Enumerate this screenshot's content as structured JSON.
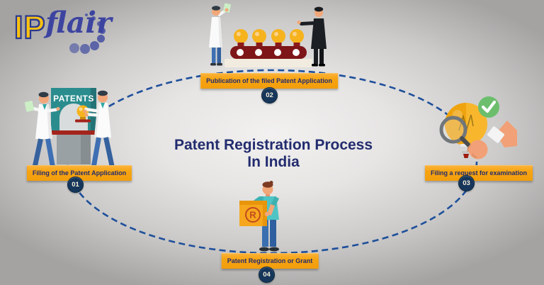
{
  "logo": {
    "ip": "IP",
    "flair": "flair"
  },
  "title": {
    "line1": "Patent Registration Process",
    "line2": "In India"
  },
  "steps": [
    {
      "number": "01",
      "label": "Filing of the Patent Application"
    },
    {
      "number": "02",
      "label": "Publication of the filed Patent Application"
    },
    {
      "number": "03",
      "label": "Filing a request for examination"
    },
    {
      "number": "04",
      "label": "Patent Registration or Grant"
    }
  ],
  "illustrations": {
    "booth_sign": "PATENTS",
    "registered_symbol": "R"
  },
  "colors": {
    "bar_background": "#F7A412",
    "text_navy": "#232C6E",
    "badge_navy": "#16365A",
    "dashed_line": "#1E4F9B",
    "logo_yellow": "#FFC20E",
    "logo_blue": "#3D44A0",
    "booth_teal": "#2B8C8E",
    "bulb_yellow": "#F6B31D",
    "check_green": "#6CBE6D",
    "conveyor_maroon": "#7E1518",
    "box_orange": "#F6A71D",
    "shirt_teal": "#4EC4C4",
    "jeans_blue": "#3A6FB0",
    "skin_tone": "#F2A779"
  }
}
